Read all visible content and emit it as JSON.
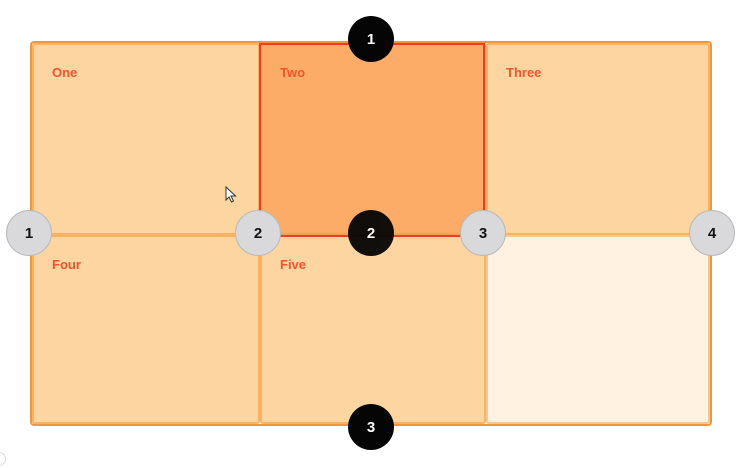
{
  "cells": {
    "one": "One",
    "two": "Two",
    "three": "Three",
    "four": "Four",
    "five": "Five"
  },
  "column_lines": [
    "1",
    "2",
    "3",
    "4"
  ],
  "row_lines": [
    "1",
    "2",
    "3"
  ],
  "colors": {
    "cell_fill": "#fdd5a0",
    "selected_cell_fill": "#fdac68",
    "empty_cell_fill": "#fff2e1",
    "container_border": "#f5953a",
    "label_text": "#f0542c",
    "selection_outline": "#ee3b2a",
    "column_marker": "#d9d9db",
    "row_marker": "#050505"
  },
  "icons": {
    "cursor": "mouse-pointer-icon"
  }
}
